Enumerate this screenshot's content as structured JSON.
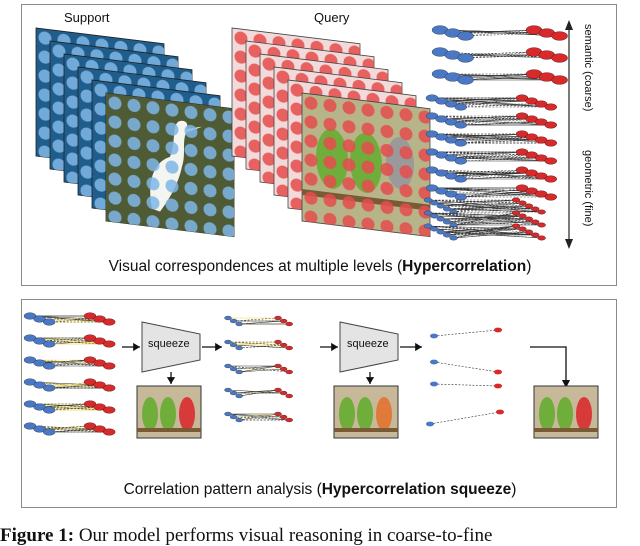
{
  "top_panel": {
    "support_label": "Support",
    "query_label": "Query",
    "semantic_label": "semantic (coarse)",
    "geometric_label": "geometric (fine)",
    "caption_prefix": "Visual correspondences at multiple levels (",
    "caption_bold": "Hypercorrelation",
    "caption_suffix": ")"
  },
  "bottom_panel": {
    "squeeze_label_1": "squeeze",
    "squeeze_label_2": "squeeze",
    "caption_prefix": "Correlation pattern analysis (",
    "caption_bold": "Hypercorrelation squeeze",
    "caption_suffix": ")"
  },
  "figure_caption": {
    "label": "Figure 1:",
    "text": " Our model performs visual reasoning in coarse-to-fine"
  },
  "colors": {
    "blue_node": "#4a78c4",
    "red_node": "#d82a2a",
    "bird_green": "#6fae3a",
    "bird_red": "#d83a3a",
    "squeeze_fill": "#e4e4e4"
  }
}
